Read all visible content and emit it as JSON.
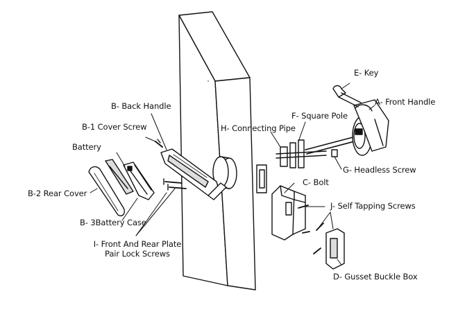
{
  "labels": {
    "key": "E- Key",
    "front_handle": "A- Front Handle",
    "back_handle": "B- Back Handle",
    "square_pole": "F- Square Pole",
    "cover_screw": "B-1 Cover Screw",
    "connecting_pipe": "H- Connecting Pipe",
    "battery": "Battery",
    "headless_screw": "G- Headless Screw",
    "bolt": "C- Bolt",
    "rear_cover": "B-2 Rear Cover",
    "self_tapping_screws": "J- Self Tapping Screws",
    "battery_case": "B- 3Battery Case",
    "lock_screws_line1": "I- Front And Rear Plate",
    "lock_screws_line2": "Pair Lock Screws",
    "gusset_box": "D- Gusset Buckle Box"
  }
}
